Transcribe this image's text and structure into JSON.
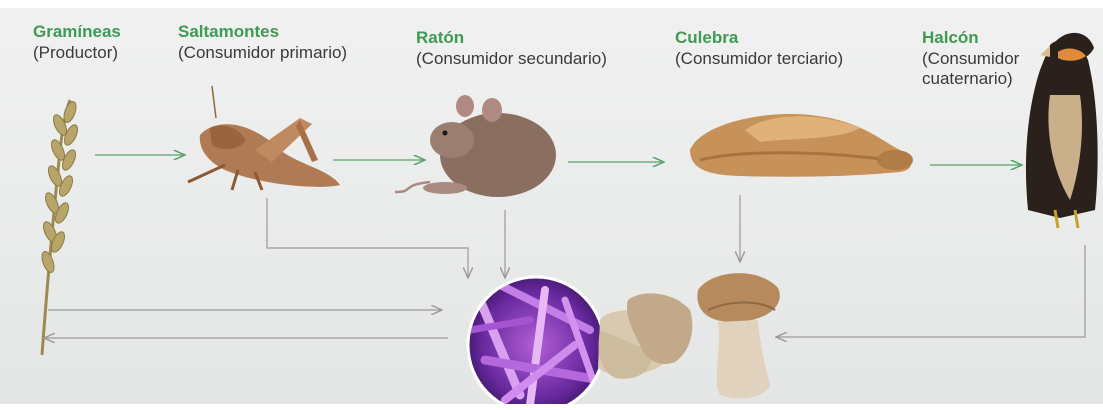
{
  "organisms": [
    {
      "name": "Gramíneas",
      "role_lines": [
        "(Productor)"
      ],
      "icon": "grass-icon"
    },
    {
      "name": "Saltamontes",
      "role_lines": [
        "(Consumidor primario)"
      ],
      "icon": "grasshopper-icon"
    },
    {
      "name": "Ratón",
      "role_lines": [
        "(Consumidor secundario)"
      ],
      "icon": "mouse-icon"
    },
    {
      "name": "Culebra",
      "role_lines": [
        "(Consumidor terciario)"
      ],
      "icon": "snake-icon"
    },
    {
      "name": "Halcón",
      "role_lines": [
        "(Consumidor",
        "cuaternario)"
      ],
      "icon": "hawk-icon"
    }
  ],
  "decomposers": {
    "icons": [
      "bacteria-icon",
      "mushroom-icon"
    ]
  },
  "colors": {
    "name_green": "#3f9a54",
    "arrow_green": "#5aa36b",
    "arrow_gray": "#9a9a9a"
  }
}
